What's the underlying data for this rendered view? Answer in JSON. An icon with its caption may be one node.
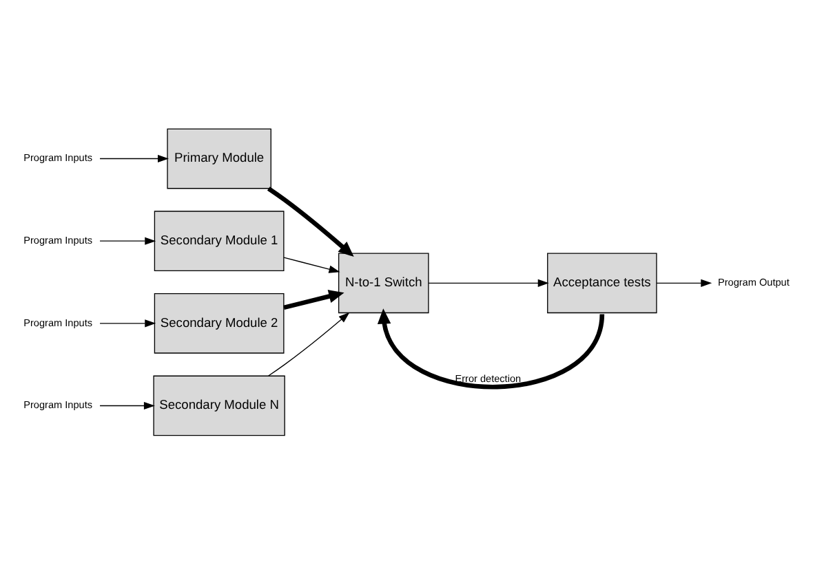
{
  "diagram": {
    "nodes": [
      {
        "text": [
          "Program Inputs"
        ]
      },
      {
        "text": [
          "Primary Module"
        ]
      },
      {
        "text": [
          "Program Inputs"
        ]
      },
      {
        "text": [
          "Secondary Module 1"
        ]
      },
      {
        "text": [
          "Program Inputs"
        ]
      },
      {
        "text": [
          "Secondary Module 2"
        ]
      },
      {
        "text": [
          "Program Inputs"
        ]
      },
      {
        "text": [
          "Secondary Module N"
        ]
      },
      {
        "text": [
          "N-to-1 Switch"
        ]
      },
      {
        "text": [
          "Acceptance tests"
        ]
      },
      {
        "text": [
          "Program Output"
        ]
      }
    ],
    "edges": [
      {
        "from": 0,
        "to": 1,
        "arrow": "to"
      },
      {
        "from": 2,
        "to": 3,
        "arrow": "to"
      },
      {
        "from": 4,
        "to": 5,
        "arrow": "to"
      },
      {
        "from": 6,
        "to": 7,
        "arrow": "to"
      },
      {
        "from": 1,
        "to": 8,
        "arrow": "to",
        "style": "thick"
      },
      {
        "from": 3,
        "to": 8,
        "arrow": "to"
      },
      {
        "from": 5,
        "to": 8,
        "arrow": "to",
        "style": "thick"
      },
      {
        "from": 7,
        "to": 8,
        "arrow": "to"
      },
      {
        "from": 8,
        "to": 9,
        "arrow": "to"
      },
      {
        "from": 9,
        "to": 10,
        "arrow": "to"
      },
      {
        "from": 9,
        "to": 8,
        "arrow": "to",
        "label": "Error detection",
        "style": "thick"
      }
    ]
  }
}
